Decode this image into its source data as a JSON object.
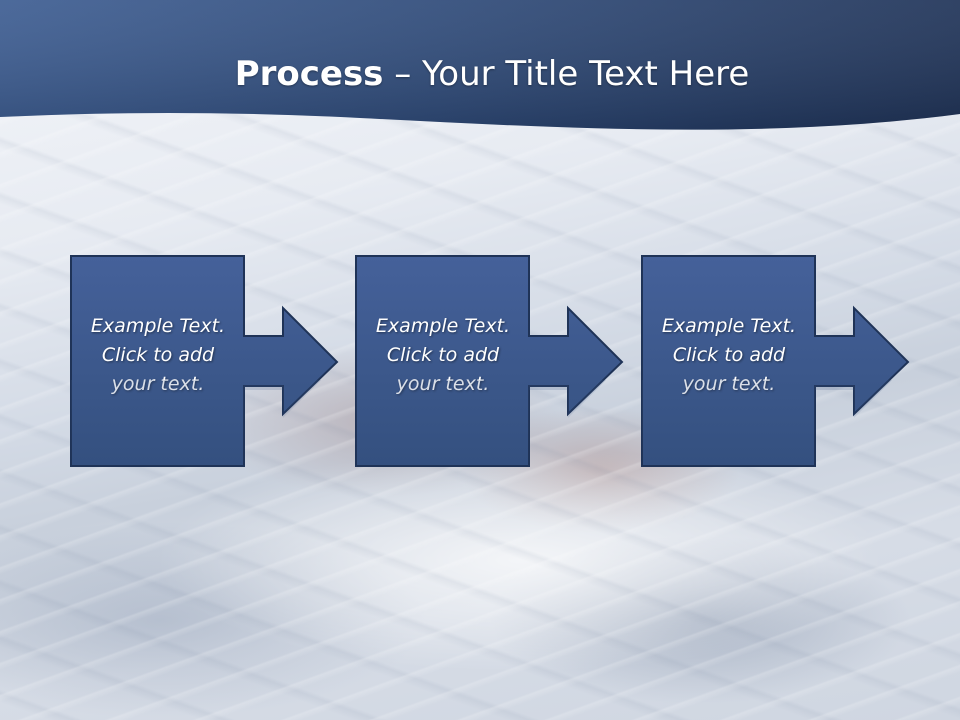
{
  "title": {
    "bold": "Process",
    "rest": " – Your Title Text Here"
  },
  "colors": {
    "header_dark": "#2b4570",
    "header_light": "#3f5f92",
    "box_fill": "#3c5786",
    "box_stroke": "#1f3357",
    "text": "#ffffff"
  },
  "steps": [
    {
      "text": "Example Text.\nClick  to add\nyour text.",
      "arrow_icon": "right-arrow-icon"
    },
    {
      "text": "Example Text.\nClick  to add\nyour text.",
      "arrow_icon": "right-arrow-icon"
    },
    {
      "text": "Example Text.\nClick  to add\nyour text.",
      "arrow_icon": "right-arrow-icon"
    }
  ]
}
